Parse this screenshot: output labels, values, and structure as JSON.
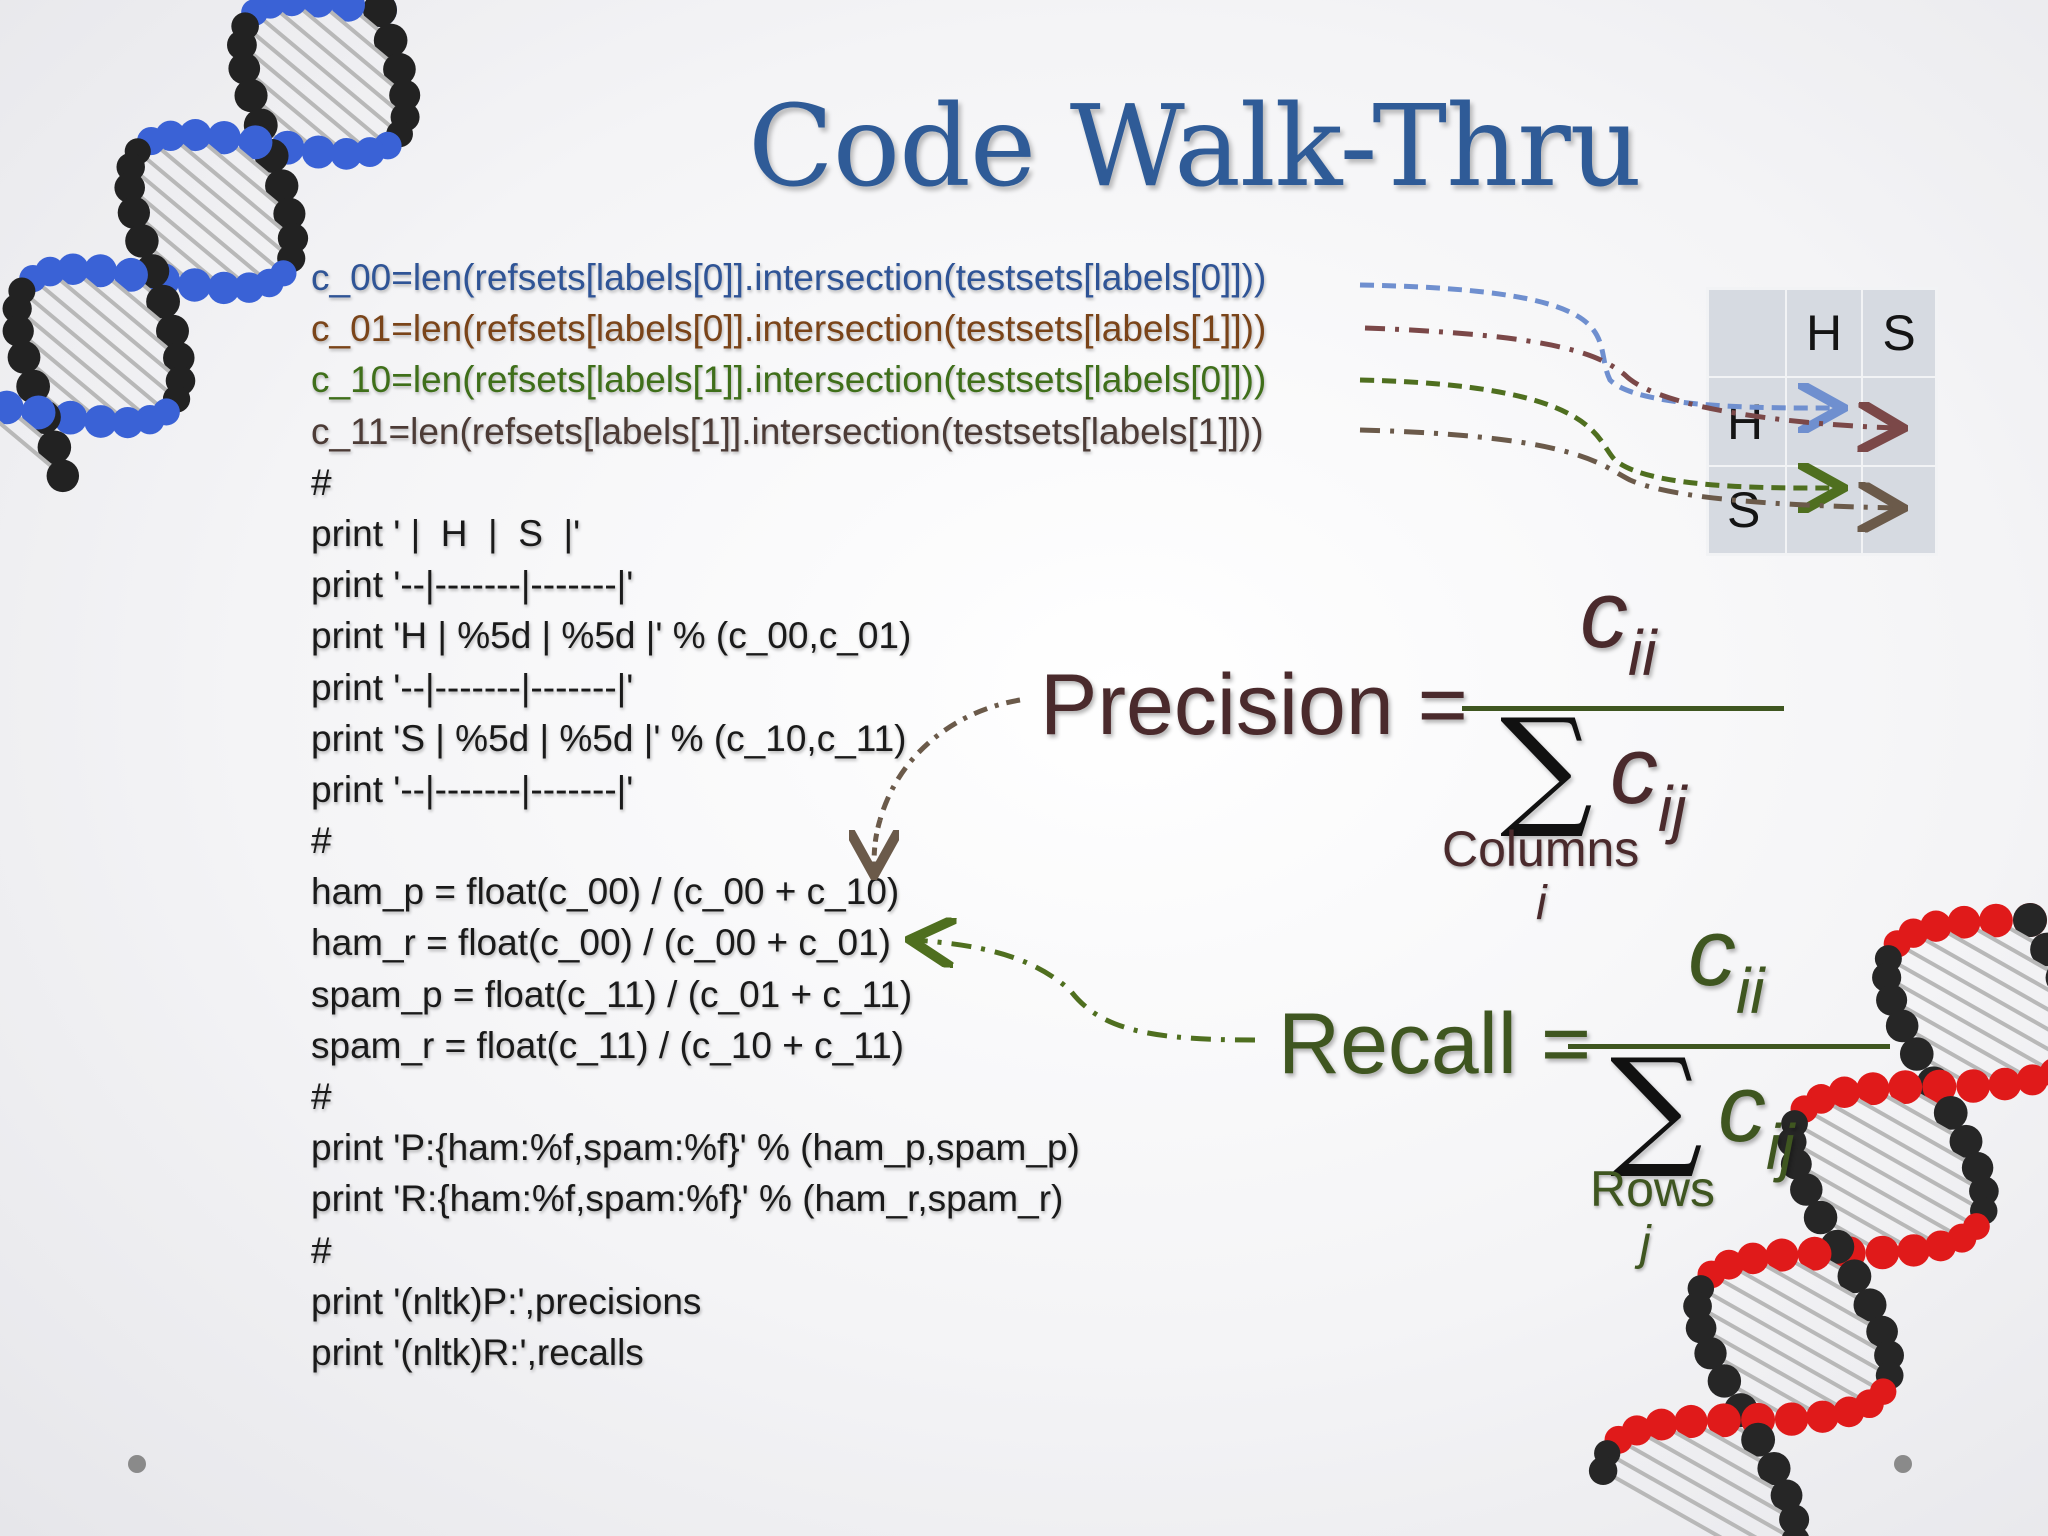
{
  "slide": {
    "title": "Code Walk-Thru"
  },
  "code_lines": [
    "c_00=len(refsets[labels[0]].intersection(testsets[labels[0]]))",
    "c_01=len(refsets[labels[0]].intersection(testsets[labels[1]]))",
    "c_10=len(refsets[labels[1]].intersection(testsets[labels[0]]))",
    "c_11=len(refsets[labels[1]].intersection(testsets[labels[1]]))",
    "#",
    "print ' |  H  |  S  |'",
    "print '--|-------|-------|'",
    "print 'H | %5d | %5d |' % (c_00,c_01)",
    "print '--|-------|-------|'",
    "print 'S | %5d | %5d |' % (c_10,c_11)",
    "print '--|-------|-------|'",
    "#",
    "ham_p = float(c_00) / (c_00 + c_10)",
    "ham_r = float(c_00) / (c_00 + c_01)",
    "spam_p = float(c_11) / (c_01 + c_11)",
    "spam_r = float(c_11) / (c_10 + c_11)",
    "#",
    "print 'P:{ham:%f,spam:%f}' % (ham_p,spam_p)",
    "print 'R:{ham:%f,spam:%f}' % (ham_r,spam_r)",
    "#",
    "print '(nltk)P:',precisions",
    "print '(nltk)R:',recalls"
  ],
  "code_colors": [
    "#2f5496",
    "#7a4419",
    "#3f6f1a",
    "#4c3b36"
  ],
  "matrix": {
    "col_headers": [
      "H",
      "S"
    ],
    "row_headers": [
      "H",
      "S"
    ]
  },
  "formulas": {
    "precision": {
      "label": "Precision =",
      "numerator": "c",
      "numerator_sub": "ii",
      "sigma": "∑",
      "denominator": "c",
      "denominator_sub": "ij",
      "under": "Columns",
      "index": "i",
      "color": "#4a2a2c"
    },
    "recall": {
      "label": "Recall =",
      "numerator": "c",
      "numerator_sub": "ii",
      "sigma": "∑",
      "denominator": "c",
      "denominator_sub": "ij",
      "under": "Rows",
      "index": "j",
      "color": "#3f5620"
    }
  },
  "decorations": {
    "top_left": "dna-helix-blue-icon",
    "bottom_right": "dna-helix-red-icon"
  }
}
